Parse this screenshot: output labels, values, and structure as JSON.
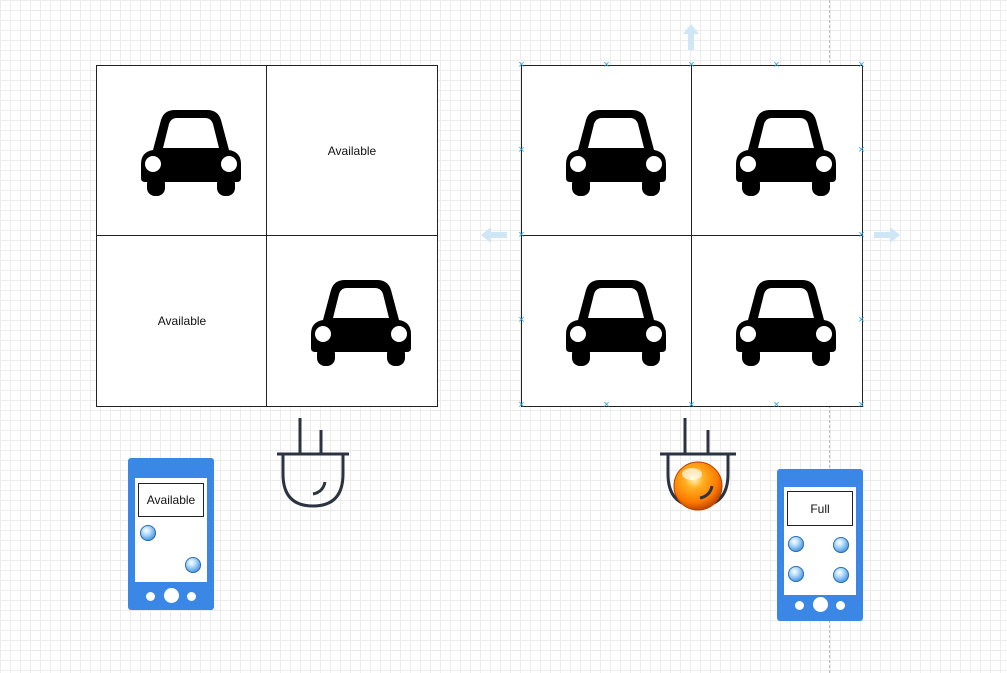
{
  "lots": {
    "left": {
      "cells": [
        {
          "status": "occupied",
          "icon": "car-icon"
        },
        {
          "status": "available",
          "label": "Available"
        },
        {
          "status": "available",
          "label": "Available"
        },
        {
          "status": "occupied",
          "icon": "car-icon"
        }
      ]
    },
    "right": {
      "cells": [
        {
          "status": "occupied",
          "icon": "car-icon"
        },
        {
          "status": "occupied",
          "icon": "car-icon"
        },
        {
          "status": "occupied",
          "icon": "car-icon"
        },
        {
          "status": "occupied",
          "icon": "car-icon"
        }
      ]
    }
  },
  "chargers": [
    {
      "icon": "plug-icon",
      "indicator": "off"
    },
    {
      "icon": "plug-icon",
      "indicator": "on"
    }
  ],
  "phones": [
    {
      "status_label": "Available",
      "indicator_count": 2
    },
    {
      "status_label": "Full",
      "indicator_count": 4
    }
  ],
  "colors": {
    "selection_handle": "#29a3e0",
    "phone_body": "#3a87e6",
    "indicator_on": "#ff8a00",
    "grid_line": "#ececec"
  }
}
